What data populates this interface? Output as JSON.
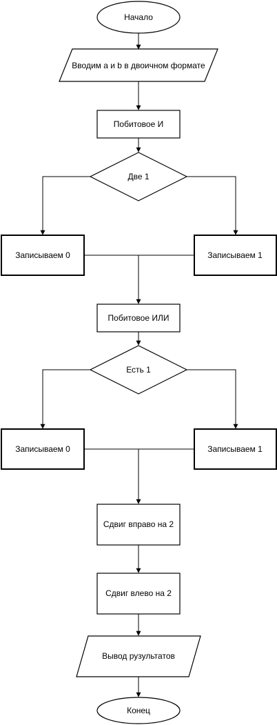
{
  "nodes": {
    "start": "Начало",
    "input": "Вводим a и b в двоичном формате",
    "bitwise_and": "Побитовое И",
    "decision_two_ones": "Две 1",
    "write_zero_1": "Записываем 0",
    "write_one_1": "Записываем 1",
    "bitwise_or": "Побитовое ИЛИ",
    "decision_has_one": "Есть 1",
    "write_zero_2": "Записываем 0",
    "write_one_2": "Записываем 1",
    "shift_right": "Сдвиг вправо на 2",
    "shift_left": "Сдвиг влево на 2",
    "output": "Вывод рузультатов",
    "end": "Конец"
  },
  "colors": {
    "stroke": "#000000",
    "fill": "#ffffff",
    "text": "#000000"
  }
}
